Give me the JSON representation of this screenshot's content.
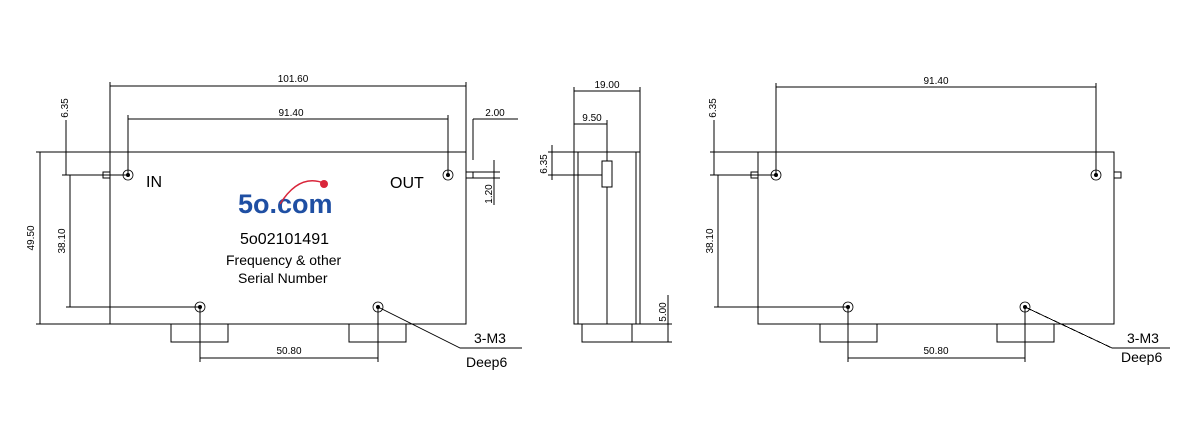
{
  "colors": {
    "line": "#000000",
    "logo_blue": "#1f4fa3",
    "logo_red": "#d9253a"
  },
  "front_view": {
    "port_in": "IN",
    "port_out": "OUT",
    "logo_text": "5o.com",
    "model_number": "5o02101491",
    "caption_line1": "Frequency & other",
    "caption_line2": "Serial Number",
    "dims": {
      "overall_width": "101.60",
      "hole_spacing": "91.40",
      "connector_len": "2.00",
      "top_offset": "6.35",
      "height": "49.50",
      "hole_vertical": "38.10",
      "pin_dia": "1.20",
      "bottom_hole_spacing": "50.80"
    },
    "callout_holes": "3-M3",
    "callout_depth": "Deep6"
  },
  "side_view": {
    "dims": {
      "depth": "19.00",
      "connector_pos": "9.50",
      "top_offset": "6.35",
      "foot_height": "5.00"
    }
  },
  "back_view": {
    "dims": {
      "hole_spacing": "91.40",
      "top_offset": "6.35",
      "hole_vertical": "38.10",
      "bottom_hole_spacing": "50.80"
    },
    "callout_holes": "3-M3",
    "callout_depth": "Deep6"
  }
}
